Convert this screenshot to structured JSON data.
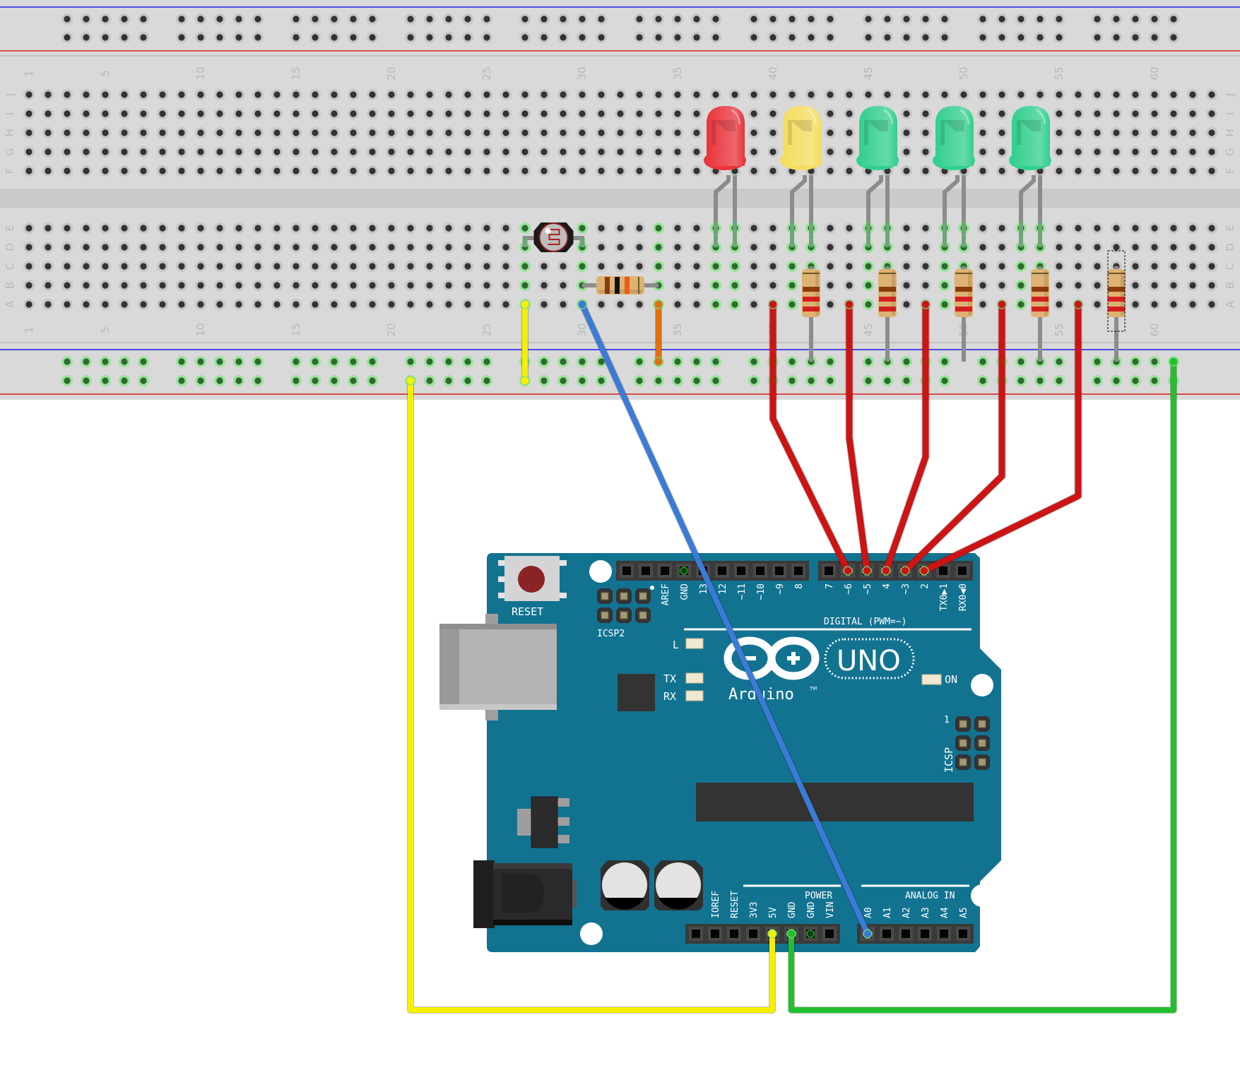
{
  "breadboard": {
    "columns": 63,
    "row_labels_top": [
      "J",
      "I",
      "H",
      "G",
      "F"
    ],
    "row_labels_bottom": [
      "E",
      "D",
      "C",
      "B",
      "A"
    ],
    "column_number_labels": [
      "1",
      "5",
      "10",
      "15",
      "20",
      "25",
      "30",
      "35",
      "40",
      "45",
      "50",
      "55",
      "60"
    ],
    "rail_groups": 10,
    "colors": {
      "board": "#d9d9d9",
      "channel": "#cbcac8",
      "hole": "#333333",
      "hole_ring": "#c6c6c6",
      "active_hole": "#2d6b2d",
      "active_ring": "#8fe38f",
      "rail_blue": "#1c1cf0",
      "rail_red": "#e31e1e"
    }
  },
  "components": {
    "leds": [
      {
        "name": "red-led",
        "color": "#e8343a",
        "col": 37
      },
      {
        "name": "yellow-led",
        "color": "#f3dd5e",
        "col": 41
      },
      {
        "name": "green-led-1",
        "color": "#32cf8e",
        "col": 45
      },
      {
        "name": "green-led-2",
        "color": "#32cf8e",
        "col": 49
      },
      {
        "name": "green-led-3",
        "color": "#32cf8e",
        "col": 53
      }
    ],
    "led_resistors": [
      {
        "col": 42,
        "bands": [
          "#8b3a0e",
          "#d41f1f",
          "#d41f1f"
        ]
      },
      {
        "col": 46,
        "bands": [
          "#8b3a0e",
          "#d41f1f",
          "#d41f1f"
        ]
      },
      {
        "col": 50,
        "bands": [
          "#8b3a0e",
          "#d41f1f",
          "#d41f1f"
        ]
      },
      {
        "col": 54,
        "bands": [
          "#8b3a0e",
          "#d41f1f",
          "#d41f1f"
        ]
      },
      {
        "col": 58,
        "bands": [
          "#8b3a0e",
          "#d41f1f",
          "#d41f1f"
        ],
        "selected": true
      }
    ],
    "ldr_resistor": {
      "bands": [
        "#8b3a0e",
        "#111111",
        "#f05a14"
      ]
    },
    "photoresistor": {
      "from_col": 27,
      "to_col": 30
    }
  },
  "wires": {
    "red": "#cc1414",
    "yellow": "#f5f000",
    "green": "#22c02c",
    "blue": "#3a7bd5",
    "orange": "#e0700f"
  },
  "arduino": {
    "board_color": "#127391",
    "reset_label": "RESET",
    "icsp2_label": "ICSP2",
    "icsp_label": "ICSP",
    "icsp_pin1_label": "1",
    "digital_header_top": [
      "AREF",
      "GND",
      "13",
      "12",
      "~11",
      "~10",
      "~9",
      "8"
    ],
    "digital_header_right": [
      "7",
      "~6",
      "~5",
      "4",
      "~3",
      "2",
      "TX0▶1",
      "RX0◀0"
    ],
    "digital_label": "DIGITAL (PWM=~)",
    "led_l_label": "L",
    "led_tx_label": "TX",
    "led_rx_label": "RX",
    "led_on_label": "ON",
    "logo_text": "Arduino",
    "logo_tm": "TM",
    "model_label": "UNO",
    "power_label": "POWER",
    "analog_label": "ANALOG IN",
    "power_pins": [
      "IOREF",
      "RESET",
      "3V3",
      "5V",
      "GND",
      "GND",
      "VIN"
    ],
    "analog_pins": [
      "A0",
      "A1",
      "A2",
      "A3",
      "A4",
      "A5"
    ]
  }
}
